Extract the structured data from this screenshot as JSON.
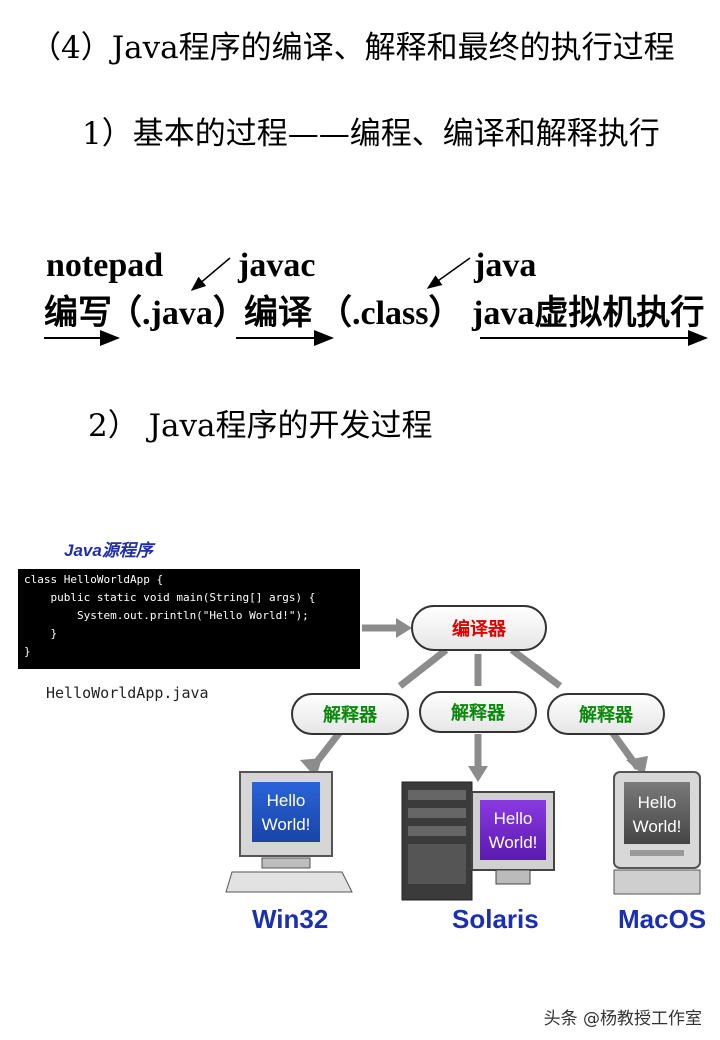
{
  "heading": {
    "section4": "（4）Java程序的编译、解释和最终的执行过程",
    "section1": "1）基本的过程——编程、编译和解释执行",
    "section2": "2）  Java程序的开发过程"
  },
  "flow": {
    "tool_notepad": "notepad",
    "tool_javac": "javac",
    "tool_java": "java",
    "step_write": "编写",
    "file_java": "（.java）",
    "step_compile": "编译",
    "file_class": "（.class）",
    "step_exec": "java虚拟机执行"
  },
  "diagram": {
    "source_caption": "Java源程序",
    "code_lines": [
      "class HelloWorldApp {",
      "    public static void main(String[] args) {",
      "        System.out.println(\"Hello World!\");",
      "    }",
      "}"
    ],
    "file_name": "HelloWorldApp.java",
    "compiler_label": "编译器",
    "interpreter_labels": [
      "解释器",
      "解释器",
      "解释器"
    ],
    "screen_text": [
      "Hello",
      "World!"
    ],
    "platforms": [
      "Win32",
      "Solaris",
      "MacOS"
    ],
    "colors": {
      "compiler_text": "#e00000",
      "interpreter_text": "#0a8a0a",
      "platform_text": "#1b2fb3"
    }
  },
  "watermark": "头条 @杨教授工作室"
}
